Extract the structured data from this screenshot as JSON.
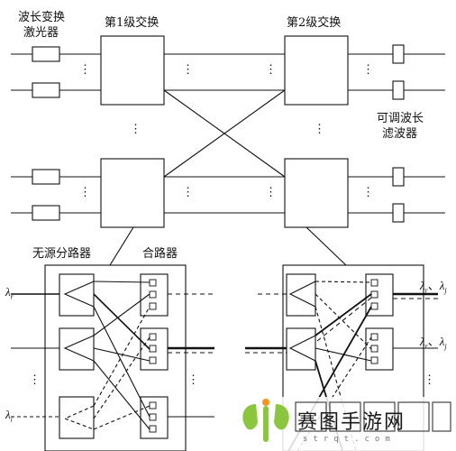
{
  "labels": {
    "converter_line1": "波长变换",
    "converter_line2": "激光器",
    "stage1": "第1级交换",
    "stage2": "第2级交换",
    "filter_line1": "可调波长",
    "filter_line2": "滤波器",
    "passive_splitter": "无源分路器",
    "combiner": "合路器",
    "lambda_r": "λ",
    "lambda_r_sub": "r",
    "lambda_i": "λ",
    "lambda_i_sub": "i",
    "lambda_pair1_a": "λ",
    "lambda_pair1_a_sub": "r",
    "lambda_pair1_sep": "、",
    "lambda_pair1_b": "λ",
    "lambda_pair1_b_sub": "j",
    "lambda_pair2_a": "λ",
    "lambda_pair2_a_sub": "r",
    "lambda_pair2_sep": "、",
    "lambda_pair2_b": "λ",
    "lambda_pair2_b_sub": "j",
    "ellipsis": "⋮"
  },
  "watermark": {
    "brand": "赛图手游网",
    "domain": "strqt.com",
    "logo_color": "#8cc63f",
    "logo_accent": "#f7941d",
    "box_color": "#444444"
  },
  "colors": {
    "stroke": "#111111",
    "background": "#ffffff"
  }
}
